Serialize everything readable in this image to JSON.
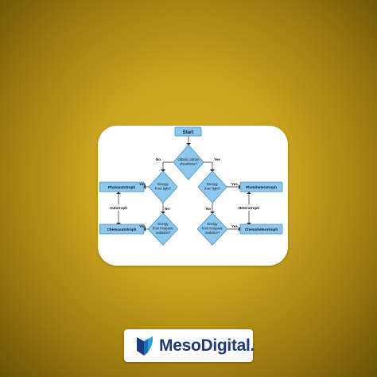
{
  "diagram": {
    "nodes": {
      "start": "Start",
      "q_carbon": [
        "Obtain carbon",
        "elsewhere?"
      ],
      "q_light_left": [
        "Energy",
        "from light?"
      ],
      "q_light_right": [
        "Energy",
        "from light?"
      ],
      "q_inorg_left": [
        "Energy",
        "from inorganic",
        "oxidation?"
      ],
      "q_inorg_right": [
        "Energy",
        "from inorganic",
        "oxidation?"
      ],
      "photoautotroph": "Photoautotroph",
      "chemoautotroph": "Chemoautotroph",
      "photoheterotroph": "Photoheterotroph",
      "chemoheterotroph": "Chemoheterotroph"
    },
    "edges": {
      "carbon_no": "No",
      "carbon_yes": "Yes",
      "light_left_yes": "Yes",
      "light_left_no": "No",
      "light_right_yes": "Yes",
      "light_right_no": "No",
      "inorg_left_yes": "Yes",
      "inorg_right_yes": "Yes"
    },
    "groups": {
      "left": "Autotroph",
      "right": "Heterotroph"
    }
  },
  "brand": {
    "name": "MesoDigital.",
    "logo_icon": "meso-leaf-logo",
    "colors": {
      "dark": "#1e3a7b",
      "light": "#2f9fe0"
    }
  },
  "colors": {
    "background": "#c9a21e",
    "node_fill": "#8cc8ee",
    "node_stroke": "#4f8fbf"
  }
}
